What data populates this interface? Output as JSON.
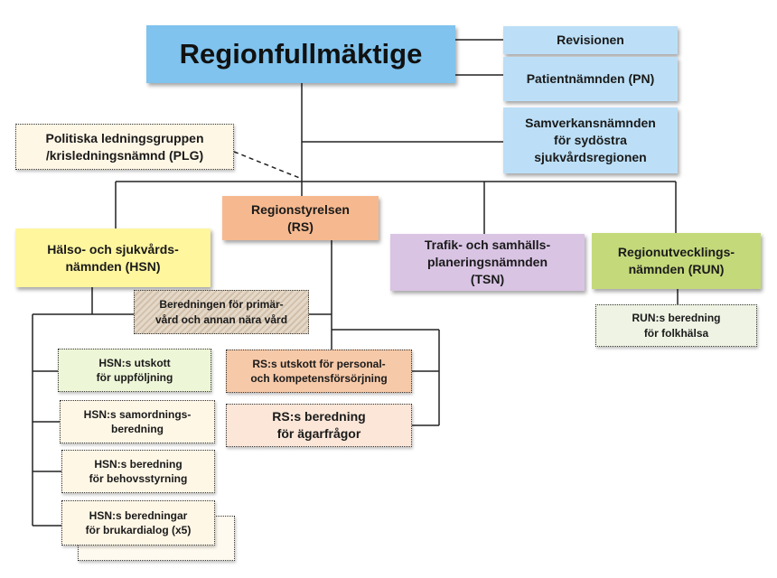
{
  "regionfullmaktige": "Regionfullmäktige",
  "revisionen": "Revisionen",
  "patientnamnden": "Patientnämnden (PN)",
  "samverkansnamnden": "Samverkansnämnden\nför sydöstra\nsjukvårdsregionen",
  "plg": "Politiska ledningsgruppen\n/krisledningsnämnd (PLG)",
  "regionstyrelsen": "Regionstyrelsen\n(RS)",
  "hsn": "Hälso- och sjukvårds-\nnämnden (HSN)",
  "tsn": "Trafik- och samhälls-\nplaneringsnämnden\n(TSN)",
  "run": "Regionutvecklings-\nnämnden (RUN)",
  "beredningen_primarvard": "Beredningen för primär-\nvård och annan nära vård",
  "run_beredning": "RUN:s beredning\nför folkhälsa",
  "hsn_utskott": "HSN:s utskott\nför uppföljning",
  "rs_utskott": "RS:s utskott för personal-\noch kompetensförsörjning",
  "hsn_samordning": "HSN:s samordnings-\nberedning",
  "rs_beredning": "RS:s beredning\nför ägarfrågor",
  "hsn_behovsstyrning": "HSN:s beredning\nför behovsstyrning",
  "hsn_brukardialog": "HSN:s beredningar\nför brukardialog (x5)",
  "colors": {
    "regionfullmaktige": "#7fc3ee",
    "light_blue": "#bcdff7",
    "regionstyrelsen": "#f6b98f",
    "hsn": "#fff69e",
    "tsn": "#d9c4e4",
    "run": "#c4d97a"
  }
}
